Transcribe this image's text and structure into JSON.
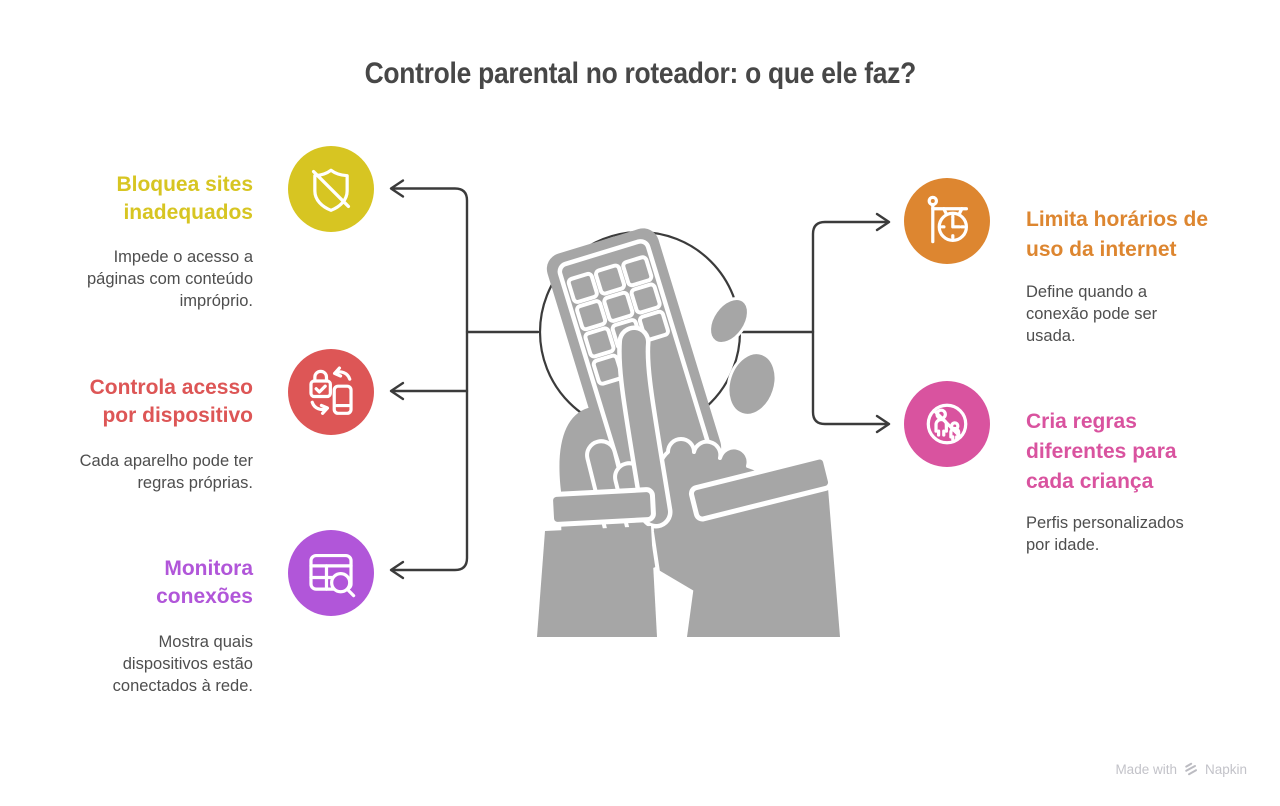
{
  "title": "Controle parental no roteador: o que ele faz?",
  "colors": {
    "title_text": "#474747",
    "body_text": "#4e4e4e",
    "connector_line": "#3b3b3b",
    "illustration_gray": "#a6a6a6",
    "footer_text": "#c3c3c9",
    "yellow": "#d7c522",
    "red": "#dd5656",
    "purple": "#b156d9",
    "orange": "#dd8630",
    "pink": "#d9539f"
  },
  "left_items": [
    {
      "heading": "Bloquea sites\ninadequados",
      "description": "Impede o acesso a\npáginas com conteúdo\nimpróprio.",
      "color": "#d7c522",
      "icon": "blocked-shield-icon"
    },
    {
      "heading": "Controla acesso\npor dispositivo",
      "description": "Cada aparelho pode ter\nregras próprias.",
      "color": "#dd5656",
      "icon": "lock-device-sync-icon"
    },
    {
      "heading": "Monitora\nconexões",
      "description": "Mostra quais\ndispositivos estão\nconectados à rede.",
      "color": "#b156d9",
      "icon": "table-search-icon"
    }
  ],
  "right_items": [
    {
      "heading": "Limita horários de\nuso da internet",
      "description": "Define quando a\nconexão pode ser\nusada.",
      "color": "#dd8630",
      "icon": "hanging-clock-icon"
    },
    {
      "heading": "Cria regras\ndiferentes para\ncada criança",
      "description": "Perfis personalizados\npor idade.",
      "color": "#d9539f",
      "icon": "no-family-icon"
    }
  ],
  "footer": {
    "made_with": "Made with",
    "brand": "Napkin"
  }
}
